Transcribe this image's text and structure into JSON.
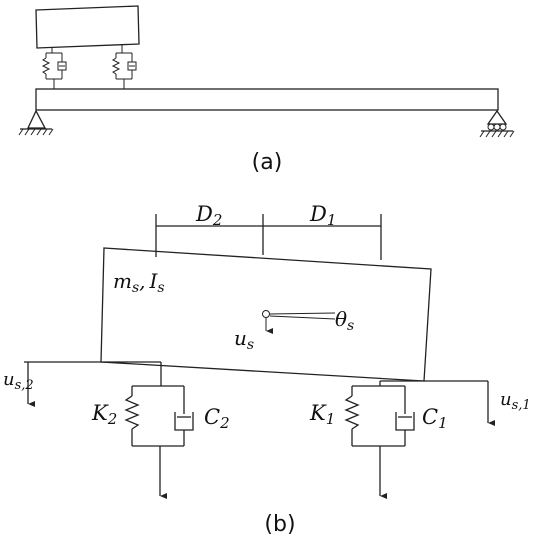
{
  "captions": {
    "a": "(a)",
    "b": "(b)"
  },
  "labels": {
    "D2": "D",
    "D2_sub": "2",
    "D1": "D",
    "D1_sub": "1",
    "mass": "m",
    "mass_sub": "s",
    "comma": ",",
    "inertia": "I",
    "inertia_sub": "s",
    "theta": "θ",
    "theta_sub": "s",
    "us": "u",
    "us_sub": "s",
    "us2": "u",
    "us2_sub": "s,2",
    "us1": "u",
    "us1_sub": "s,1",
    "K2": "K",
    "K2_sub": "2",
    "C2": "C",
    "C2_sub": "2",
    "K1": "K",
    "K1_sub": "1",
    "C1": "C",
    "C1_sub": "1"
  }
}
